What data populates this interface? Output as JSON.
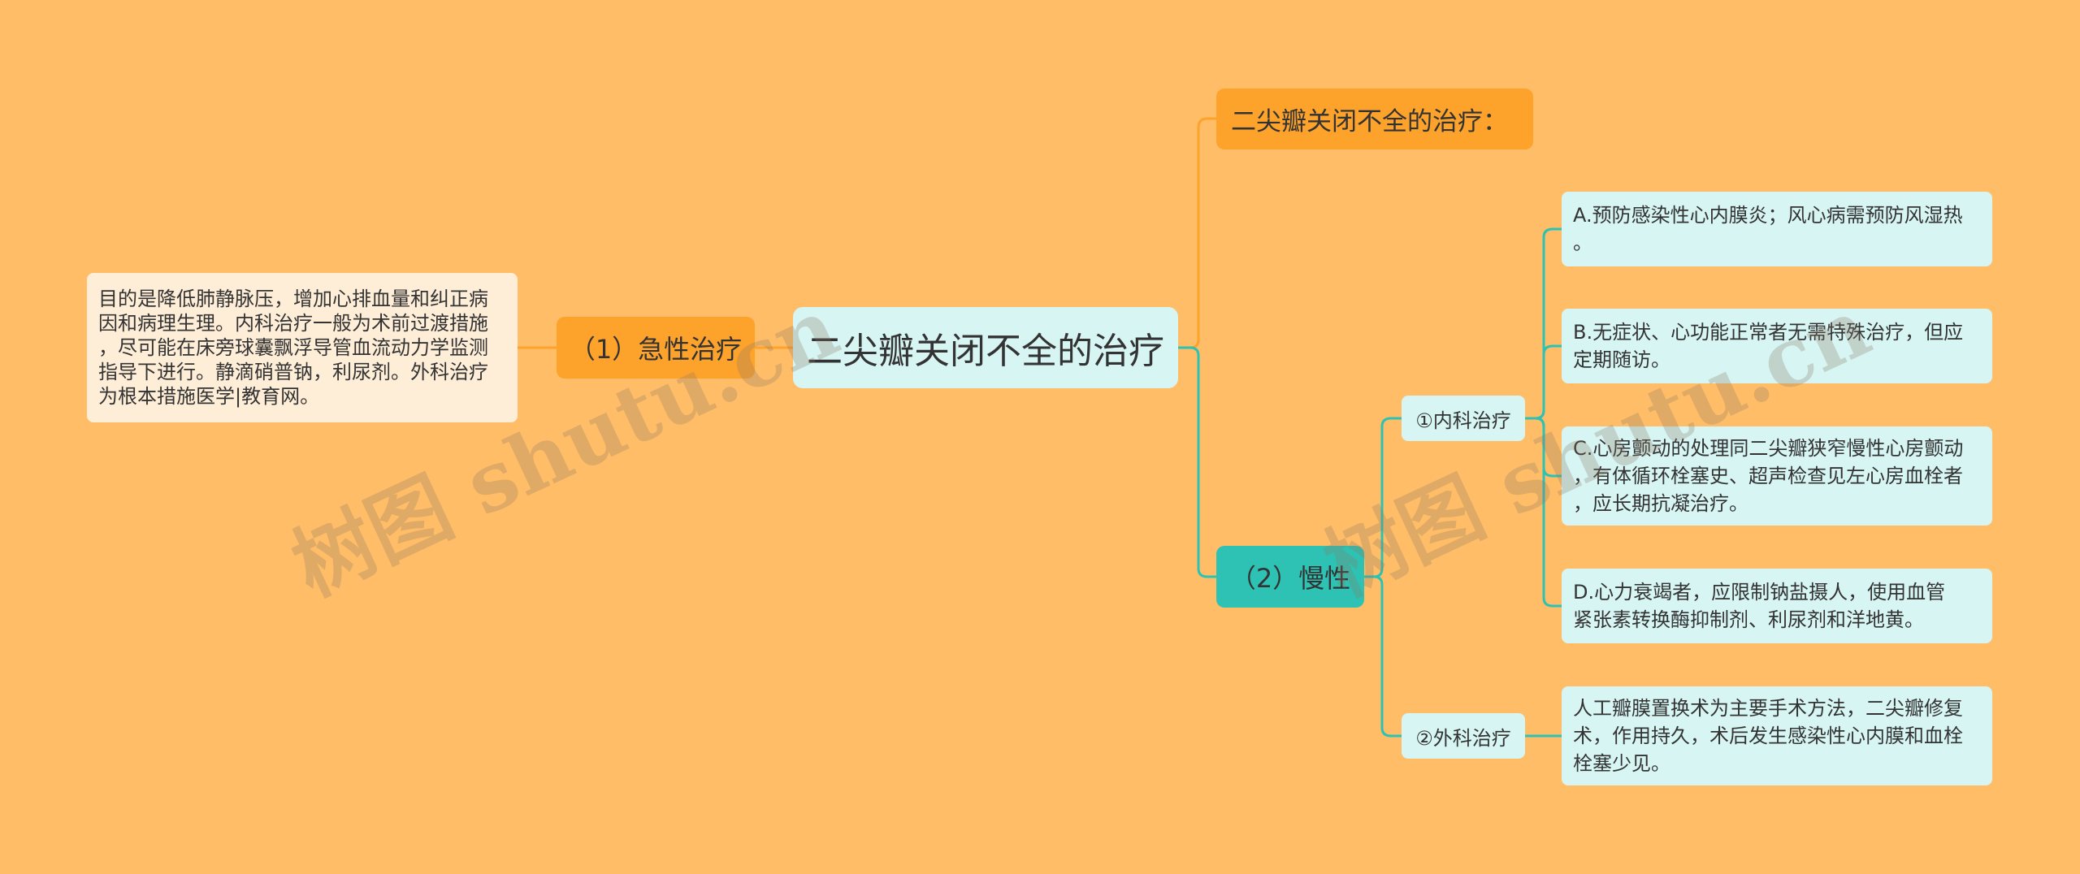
{
  "colors": {
    "background": "#FFBD67",
    "orange_node": "#FDA22B",
    "teal_node": "#2DC2B3",
    "light_teal_node": "#D6F5F3",
    "cream_node": "#FEEDD7",
    "orange_line": "#FDA22B",
    "teal_line": "#2DC2B3"
  },
  "center": {
    "label": "二尖瓣关闭不全的治疗"
  },
  "acute": {
    "label": "（1）急性治疗",
    "detail": "目的是降低肺静脉压，增加心排血量和纠正病\n因和病理生理。内科治疗一般为术前过渡措施\n，尽可能在床旁球囊飘浮导管血流动力学监测\n指导下进行。静滴硝普钠，利尿剂。外科治疗\n为根本措施医学|教育网。"
  },
  "treatment_header": {
    "label": "二尖瓣关闭不全的治疗："
  },
  "chronic": {
    "label": "（2）慢性",
    "internal": {
      "label": "①内科治疗",
      "items": [
        "A.预防感染性心内膜炎；风心病需预防风湿热\n。",
        "B.无症状、心功能正常者无需特殊治疗，但应\n定期随访。",
        "C.心房颤动的处理同二尖瓣狭窄慢性心房颤动\n，有体循环栓塞史、超声检查见左心房血栓者\n，应长期抗凝治疗。",
        "D.心力衰竭者，应限制钠盐摄人，使用血管\n紧张素转换酶抑制剂、利尿剂和洋地黄。"
      ]
    },
    "surgical": {
      "label": "②外科治疗",
      "items": [
        "人工瓣膜置换术为主要手术方法，二尖瓣修复\n术，作用持久，术后发生感染性心内膜和血栓\n栓塞少见。"
      ]
    }
  },
  "watermarks": [
    "树图 shutu.cn",
    "树图 shutu.cn"
  ]
}
